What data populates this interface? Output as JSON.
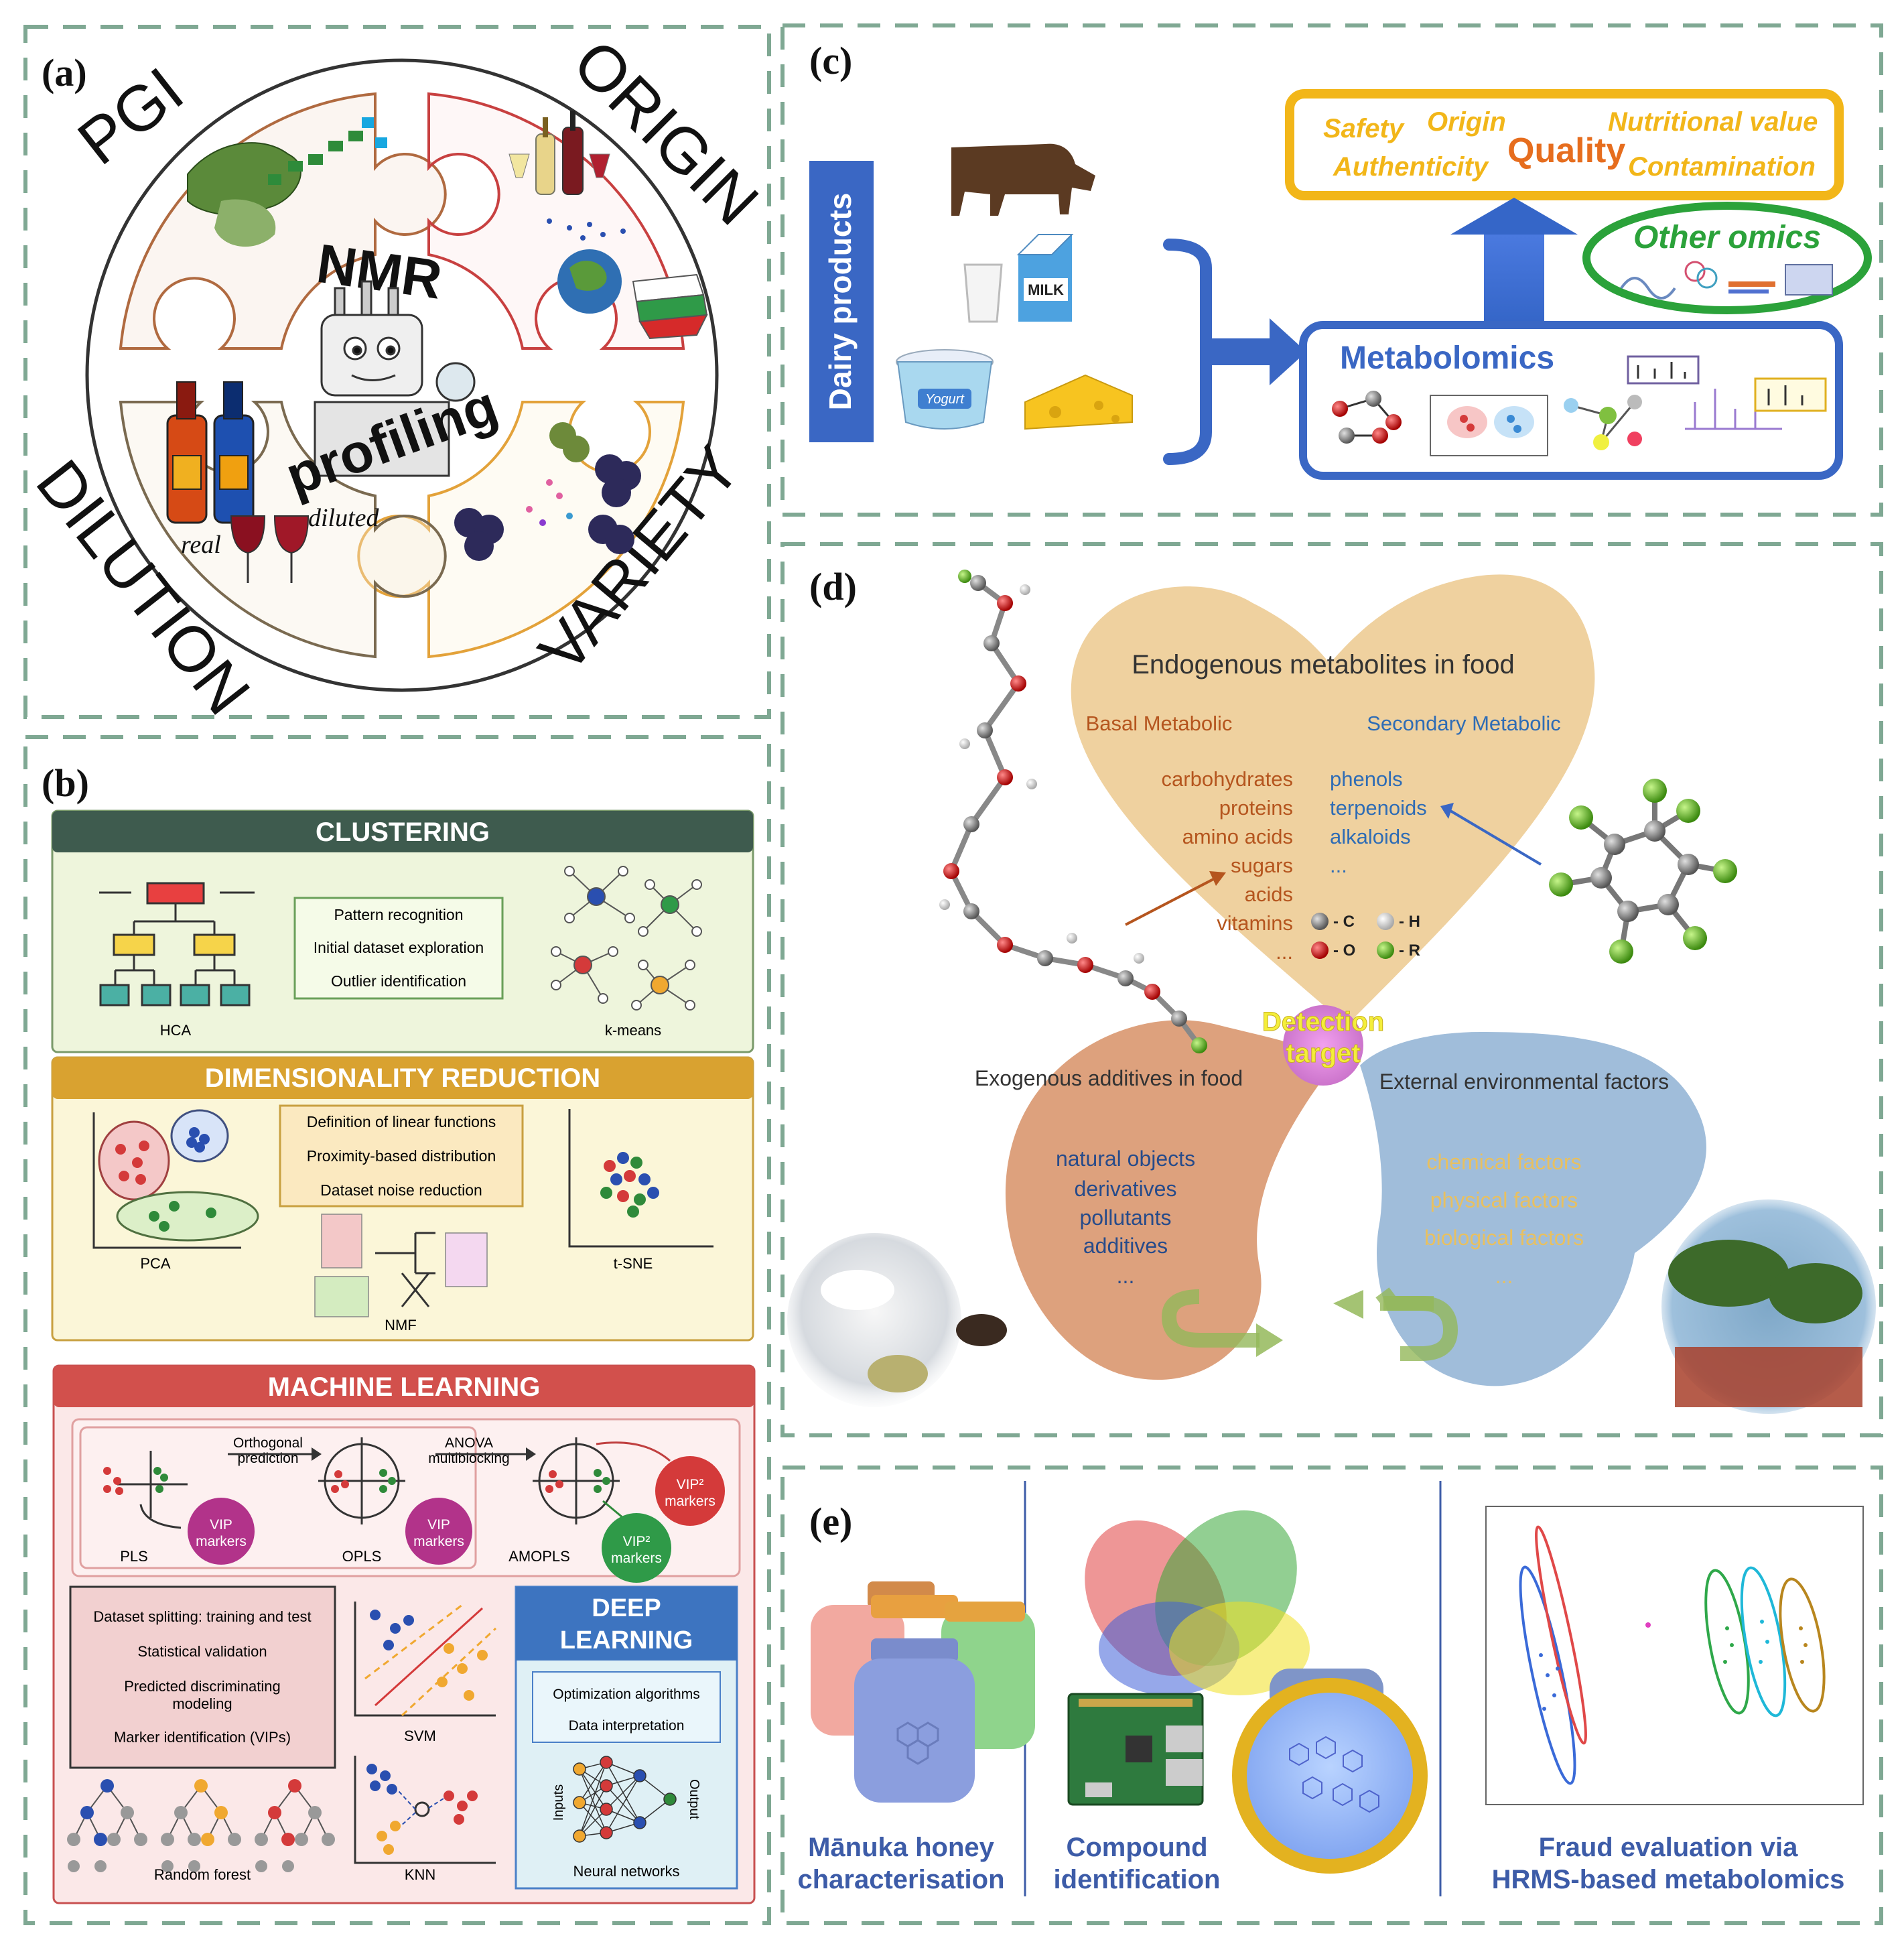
{
  "panel_labels": {
    "a": "(a)",
    "b": "(b)",
    "c": "(c)",
    "d": "(d)",
    "e": "(e)"
  },
  "panel_a": {
    "pgi": "PGI",
    "origin": "ORIGIN",
    "dilution": "DILUTION",
    "variety": "VARIETY",
    "nmr": "NMR",
    "profiling": "profiling",
    "real": "real",
    "diluted": "diluted"
  },
  "panel_b": {
    "clustering": {
      "title": "CLUSTERING",
      "items": [
        "Pattern recognition",
        "Initial dataset exploration",
        "Outlier identification"
      ],
      "left_label": "HCA",
      "right_label": "k-means"
    },
    "dimensionality": {
      "title": "DIMENSIONALITY REDUCTION",
      "items": [
        "Definition of linear functions",
        "Proximity-based distribution",
        "Dataset noise reduction"
      ],
      "pca": "PCA",
      "tsne": "t-SNE",
      "nmf": "NMF"
    },
    "ml": {
      "title": "MACHINE LEARNING",
      "orthogonal": "Orthogonal",
      "prediction": "prediction",
      "anova": "ANOVA",
      "multiblocking": "multiblocking",
      "pls": "PLS",
      "opls": "OPLS",
      "amopls": "AMOPLS",
      "vip": "VIP",
      "markers": "markers",
      "vip2": "VIP²",
      "box_items": [
        "Dataset splitting: training and test",
        "Statistical validation",
        "Predicted discriminating",
        "modeling",
        "Marker identification (VIPs)"
      ],
      "svm": "SVM",
      "knn": "KNN",
      "random_forest": "Random forest"
    },
    "dl": {
      "title_1": "DEEP",
      "title_2": "LEARNING",
      "items": [
        "Optimization algorithms",
        "Data interpretation"
      ],
      "inputs": "Inputs",
      "output": "Output",
      "nn": "Neural networks"
    }
  },
  "panel_c": {
    "dairy": "Dairy products",
    "milk": "MILK",
    "yogurt": "Yogurt",
    "quality_words": {
      "safety": "Safety",
      "origin": "Origin",
      "nutritional": "Nutritional value",
      "authenticity": "Authenticity",
      "quality": "Quality",
      "contamination": "Contamination"
    },
    "other_omics": "Other omics",
    "metabolomics": "Metabolomics"
  },
  "panel_d": {
    "heart_title": "Endogenous metabolites in food",
    "basal": "Basal Metabolic",
    "secondary": "Secondary Metabolic",
    "basal_items": [
      "carbohydrates",
      "proteins",
      "amino acids",
      "sugars",
      "acids",
      "vitamins",
      "..."
    ],
    "secondary_items": [
      "phenols",
      "terpenoids",
      "alkaloids",
      "..."
    ],
    "legend": [
      "- C",
      "- H",
      "- O",
      "- R"
    ],
    "detection_1": "Detection",
    "detection_2": "target",
    "exogenous_title": "Exogenous additives in food",
    "exogenous_items": [
      "natural objects",
      "derivatives",
      "pollutants",
      "additives",
      "..."
    ],
    "external_title": "External environmental factors",
    "external_items": [
      "chemical factors",
      "physical factors",
      "biological factors",
      "..."
    ],
    "colors": {
      "basal": "#b5551e",
      "secondary": "#2e6cb5",
      "factors": "#e8c060",
      "exo": "#274b8a"
    }
  },
  "panel_e": {
    "col1": [
      "Mānuka honey",
      "characterisation"
    ],
    "col2": [
      "Compound",
      "identification"
    ],
    "col3": [
      "Fraud evaluation via",
      "HRMS-based metabolomics"
    ]
  }
}
